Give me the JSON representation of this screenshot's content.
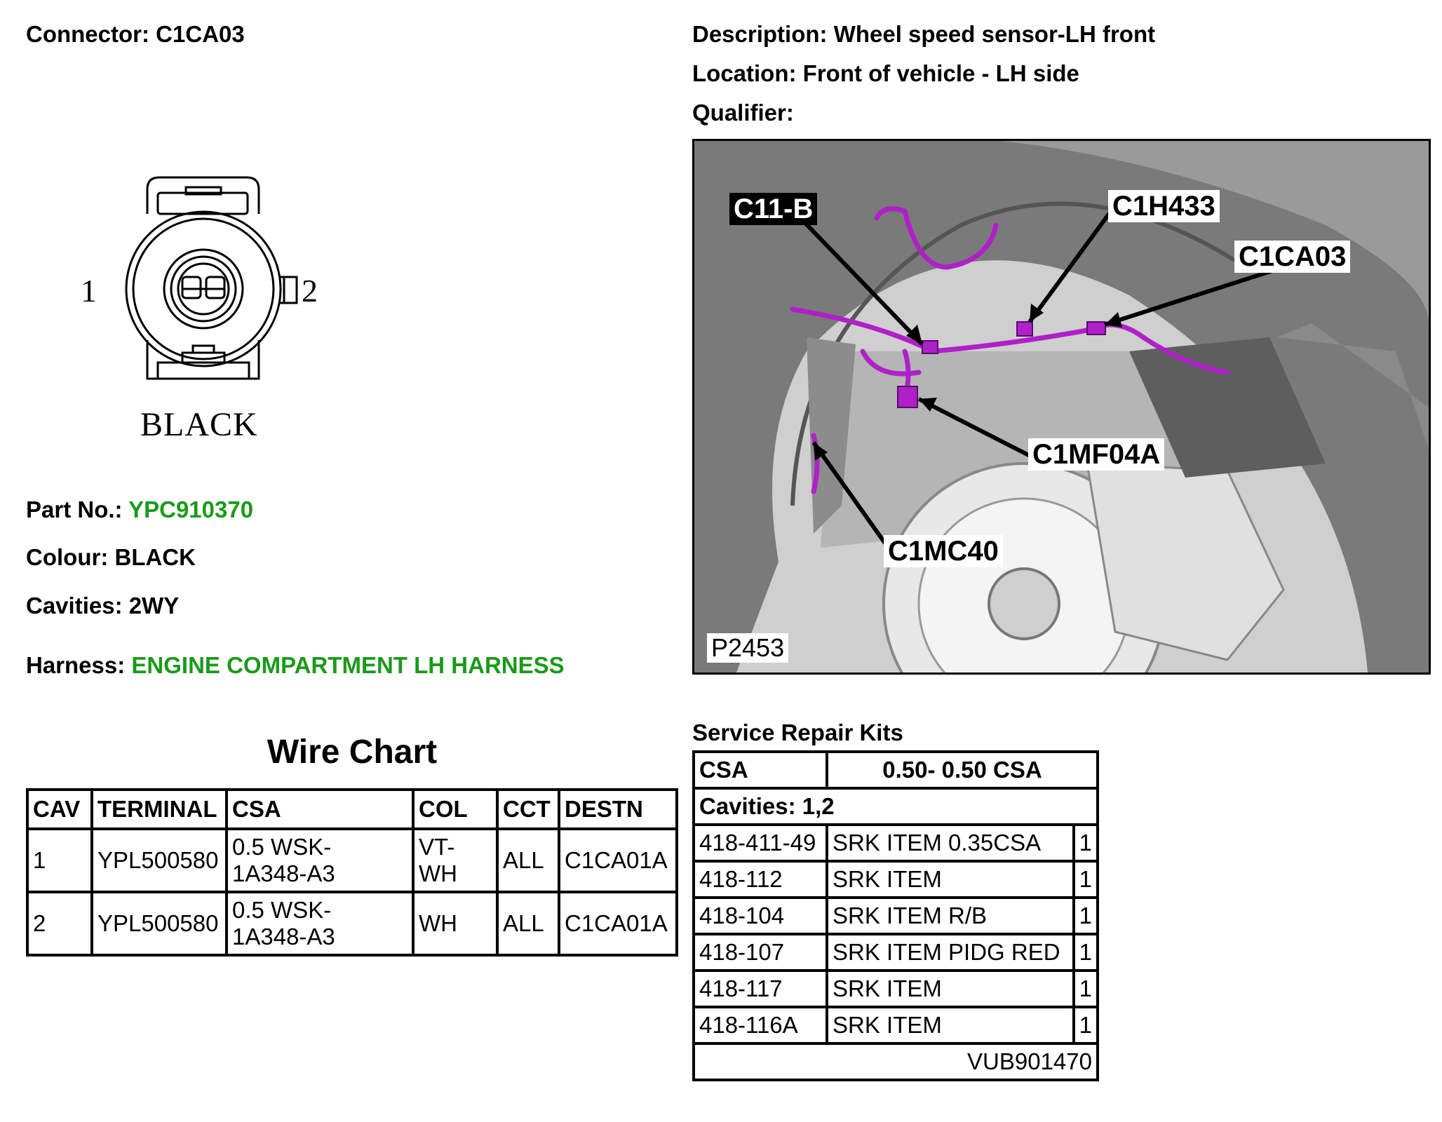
{
  "header": {
    "connector_label": "Connector:",
    "connector_value": "C1CA03",
    "description_label": "Description:",
    "description_value": "Wheel speed sensor-LH front",
    "location_label": "Location:",
    "location_value": "Front of vehicle - LH side",
    "qualifier_label": "Qualifier:"
  },
  "connector_drawing": {
    "pin_left": "1",
    "pin_right": "2",
    "colour_text": "BLACK"
  },
  "details": {
    "part_label": "Part No.:",
    "part_value": "YPC910370",
    "colour_label": "Colour:",
    "colour_value": "BLACK",
    "cavities_label": "Cavities:",
    "cavities_value": "2WY",
    "harness_label": "Harness:",
    "harness_value": "ENGINE COMPARTMENT LH HARNESS",
    "link_color": "#1a9a1a"
  },
  "photo": {
    "callouts": [
      "C11-B",
      "C1H433",
      "C1CA03",
      "C1MF04A",
      "C1MC40"
    ],
    "id": "P2453",
    "harness_color": "#b020c8"
  },
  "wire_chart": {
    "title": "Wire Chart",
    "headers": [
      "CAV",
      "TERMINAL",
      "CSA",
      "COL",
      "CCT",
      "DESTN"
    ],
    "rows": [
      [
        "1",
        "YPL500580",
        "0.5 WSK-\n1A348-A3",
        "VT-\nWH",
        "ALL",
        "C1CA01A"
      ],
      [
        "2",
        "YPL500580",
        "0.5 WSK-\n1A348-A3",
        "WH",
        "ALL",
        "C1CA01A"
      ]
    ]
  },
  "repair_kits": {
    "title": "Service Repair Kits",
    "csa_label": "CSA",
    "csa_value": "0.50- 0.50 CSA",
    "cavities": "Cavities: 1,2",
    "items": [
      [
        "418-411-49",
        "SRK ITEM 0.35CSA",
        "1"
      ],
      [
        "418-112",
        "SRK ITEM",
        "1"
      ],
      [
        "418-104",
        "SRK ITEM R/B",
        "1"
      ],
      [
        "418-107",
        "SRK ITEM PIDG RED",
        "1"
      ],
      [
        "418-117",
        "SRK ITEM",
        "1"
      ],
      [
        "418-116A",
        "SRK ITEM",
        "1"
      ]
    ],
    "footer": "VUB901470"
  }
}
